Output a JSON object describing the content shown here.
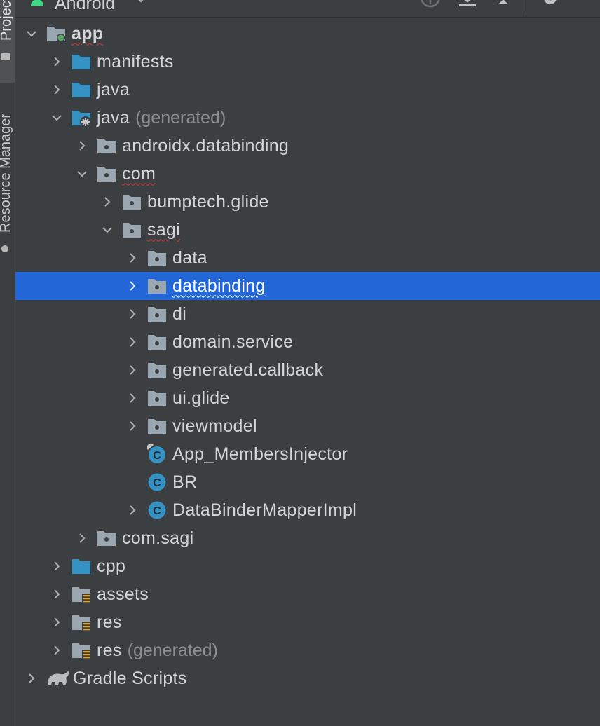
{
  "toolbar": {
    "view_title": "Android"
  },
  "sidebar": {
    "project_tab": "Project",
    "resource_manager_tab": "Resource Manager"
  },
  "tree": [
    {
      "label": "app",
      "indent": 0,
      "arrow": "down",
      "icon": "module",
      "bold": true,
      "squiggle": true
    },
    {
      "label": "manifests",
      "indent": 1,
      "arrow": "right",
      "icon": "folder-teal"
    },
    {
      "label": "java",
      "indent": 1,
      "arrow": "right",
      "icon": "folder-teal"
    },
    {
      "label": "java",
      "suffix": "(generated)",
      "indent": 1,
      "arrow": "down",
      "icon": "folder-generated"
    },
    {
      "label": "androidx.databinding",
      "indent": 2,
      "arrow": "right",
      "icon": "package"
    },
    {
      "label": "com",
      "indent": 2,
      "arrow": "down",
      "icon": "package",
      "squiggle": true
    },
    {
      "label": "bumptech.glide",
      "indent": 3,
      "arrow": "right",
      "icon": "package"
    },
    {
      "label": "sagi",
      "indent": 3,
      "arrow": "down",
      "icon": "package",
      "squiggle": true
    },
    {
      "label": "data",
      "indent": 4,
      "arrow": "right",
      "icon": "package"
    },
    {
      "label": "databinding",
      "indent": 4,
      "arrow": "right",
      "icon": "package",
      "squiggle": true,
      "selected": true
    },
    {
      "label": "di",
      "indent": 4,
      "arrow": "right",
      "icon": "package"
    },
    {
      "label": "domain.service",
      "indent": 4,
      "arrow": "right",
      "icon": "package"
    },
    {
      "label": "generated.callback",
      "indent": 4,
      "arrow": "right",
      "icon": "package"
    },
    {
      "label": "ui.glide",
      "indent": 4,
      "arrow": "right",
      "icon": "package"
    },
    {
      "label": "viewmodel",
      "indent": 4,
      "arrow": "right",
      "icon": "package"
    },
    {
      "label": "App_MembersInjector",
      "indent": 4,
      "arrow": "none",
      "icon": "class-badge"
    },
    {
      "label": "BR",
      "indent": 4,
      "arrow": "none",
      "icon": "class"
    },
    {
      "label": "DataBinderMapperImpl",
      "indent": 4,
      "arrow": "right",
      "icon": "class"
    },
    {
      "label": "com.sagi",
      "indent": 2,
      "arrow": "right",
      "icon": "package"
    },
    {
      "label": "cpp",
      "indent": 1,
      "arrow": "right",
      "icon": "folder-teal"
    },
    {
      "label": "assets",
      "indent": 1,
      "arrow": "right",
      "icon": "folder-resource"
    },
    {
      "label": "res",
      "indent": 1,
      "arrow": "right",
      "icon": "folder-resource"
    },
    {
      "label": "res",
      "suffix": "(generated)",
      "indent": 1,
      "arrow": "right",
      "icon": "folder-resource"
    },
    {
      "label": "Gradle Scripts",
      "indent": 0,
      "arrow": "right",
      "icon": "gradle"
    }
  ],
  "colors": {
    "background": "#3c3f41",
    "selection": "#2266d8",
    "folder_teal": "#3592c4",
    "package_gray": "#9aa7b0",
    "class_blue": "#3592c4",
    "resource_bars": "#e3a521",
    "module_dot": "#59a869"
  }
}
